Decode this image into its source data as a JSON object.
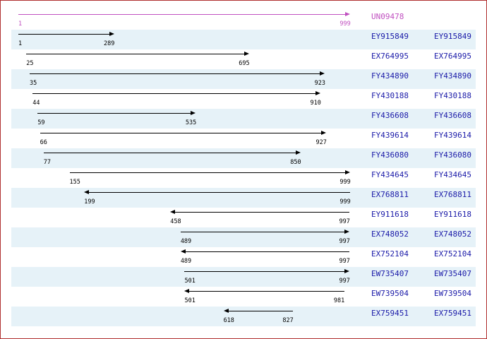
{
  "query": {
    "accession": "UN09478",
    "start": "1",
    "end": "999"
  },
  "alignments": [
    {
      "acc": "EY915849",
      "link": "EY915849",
      "start": "1",
      "end": "289",
      "dir": "right"
    },
    {
      "acc": "EX764995",
      "link": "EX764995",
      "start": "25",
      "end": "695",
      "dir": "right"
    },
    {
      "acc": "FY434890",
      "link": "FY434890",
      "start": "35",
      "end": "923",
      "dir": "right"
    },
    {
      "acc": "FY430188",
      "link": "FY430188",
      "start": "44",
      "end": "910",
      "dir": "right"
    },
    {
      "acc": "FY436608",
      "link": "FY436608",
      "start": "59",
      "end": "535",
      "dir": "right"
    },
    {
      "acc": "FY439614",
      "link": "FY439614",
      "start": "66",
      "end": "927",
      "dir": "right"
    },
    {
      "acc": "FY436080",
      "link": "FY436080",
      "start": "77",
      "end": "850",
      "dir": "right"
    },
    {
      "acc": "FY434645",
      "link": "FY434645",
      "start": "155",
      "end": "999",
      "dir": "right"
    },
    {
      "acc": "EX768811",
      "link": "EX768811",
      "start": "199",
      "end": "999",
      "dir": "left"
    },
    {
      "acc": "EY911618",
      "link": "EY911618",
      "start": "458",
      "end": "997",
      "dir": "left"
    },
    {
      "acc": "EX748052",
      "link": "EX748052",
      "start": "489",
      "end": "997",
      "dir": "right"
    },
    {
      "acc": "EX752104",
      "link": "EX752104",
      "start": "489",
      "end": "997",
      "dir": "left"
    },
    {
      "acc": "EW735407",
      "link": "EW735407",
      "start": "501",
      "end": "997",
      "dir": "right"
    },
    {
      "acc": "EW739504",
      "link": "EW739504",
      "start": "501",
      "end": "981",
      "dir": "left"
    },
    {
      "acc": "EX759451",
      "link": "EX759451",
      "start": "618",
      "end": "827",
      "dir": "left"
    }
  ],
  "colors": {
    "query": "#c050c0",
    "link": "#1a1aa8",
    "row_shade": "#e6f2f8",
    "border": "#b03030"
  }
}
